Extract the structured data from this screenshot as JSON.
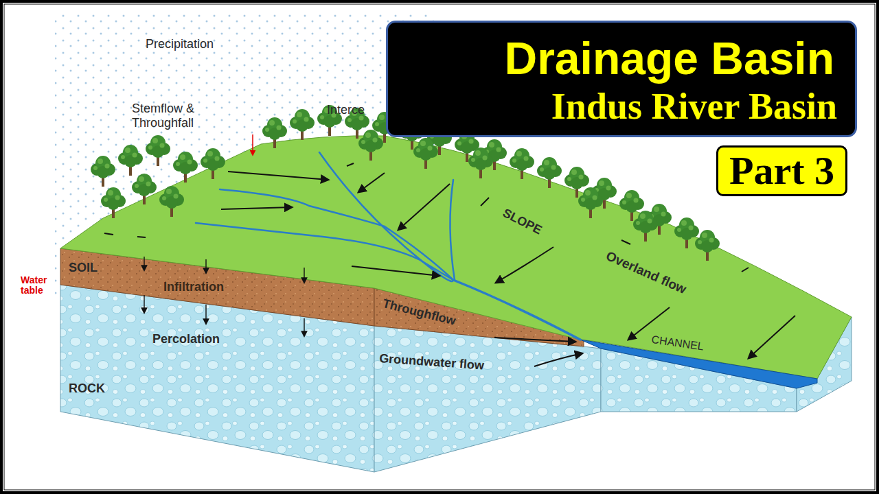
{
  "diagram": {
    "nodes": [
      {
        "text": [
          "Drainage Basin",
          "Indus River Basin"
        ]
      },
      {
        "text": [
          "Part 3"
        ]
      }
    ],
    "labels": [
      "Precipitation",
      "Stemflow & Throughfall",
      "Interce",
      "SOIL",
      "Water table",
      "Infiltration",
      "Percolation",
      "ROCK",
      "Throughflow",
      "Groundwater flow",
      "SLOPE",
      "Overland flow",
      "CHANNEL"
    ]
  }
}
